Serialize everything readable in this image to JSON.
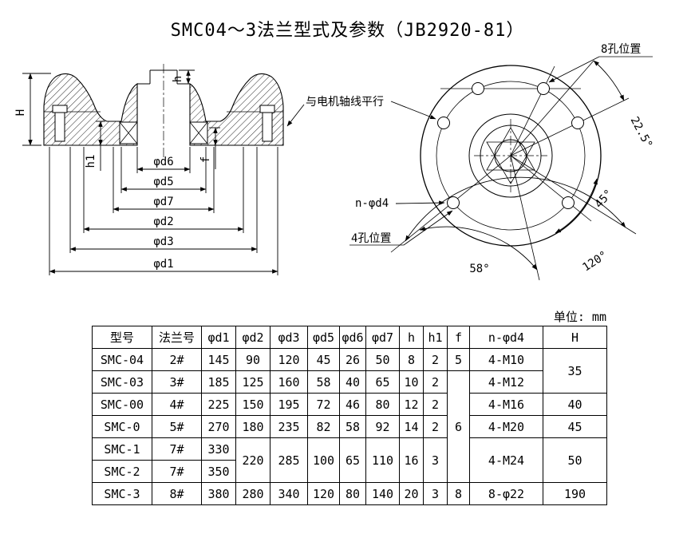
{
  "title": "SMC04～3法兰型式及参数（JB2920-81）",
  "unit": "单位: mm",
  "left_view": {
    "dims": {
      "H": "H",
      "h": "h",
      "h1": "h1",
      "f": "f",
      "d6": "φd6",
      "d5": "φd5",
      "d7": "φd7",
      "d2": "φd2",
      "d3": "φd3",
      "d1": "φd1"
    }
  },
  "right_view": {
    "labels": {
      "hole8": "8孔位置",
      "parallel": "与电机轴线平行",
      "nd4": "n-φd4",
      "hole4": "4孔位置"
    },
    "angles": {
      "a225": "22.5°",
      "a45": "45°",
      "a58": "58°",
      "a120": "120°"
    }
  },
  "table": {
    "headers": [
      "型号",
      "法兰号",
      "φd1",
      "φd2",
      "φd3",
      "φd5",
      "φd6",
      "φd7",
      "h",
      "h1",
      "f",
      "n-φd4",
      "H"
    ],
    "rows": [
      [
        "SMC-04",
        "2#",
        "145",
        "90",
        "120",
        "45",
        "26",
        "50",
        "8",
        "2",
        "5",
        "4-M10",
        "35"
      ],
      [
        "SMC-03",
        "3#",
        "185",
        "125",
        "160",
        "58",
        "40",
        "65",
        "10",
        "2",
        "6",
        "4-M12"
      ],
      [
        "SMC-00",
        "4#",
        "225",
        "150",
        "195",
        "72",
        "46",
        "80",
        "12",
        "2",
        "4-M16",
        "40"
      ],
      [
        "SMC-0",
        "5#",
        "270",
        "180",
        "235",
        "82",
        "58",
        "92",
        "14",
        "2",
        "4-M20",
        "45"
      ],
      [
        "SMC-1",
        "7#",
        "330",
        "220",
        "285",
        "100",
        "65",
        "110",
        "16",
        "3",
        "4-M24",
        "50"
      ],
      [
        "SMC-2",
        "7#",
        "350"
      ],
      [
        "SMC-3",
        "8#",
        "380",
        "280",
        "340",
        "120",
        "80",
        "140",
        "20",
        "3",
        "8",
        "8-φ22",
        "190"
      ]
    ]
  }
}
